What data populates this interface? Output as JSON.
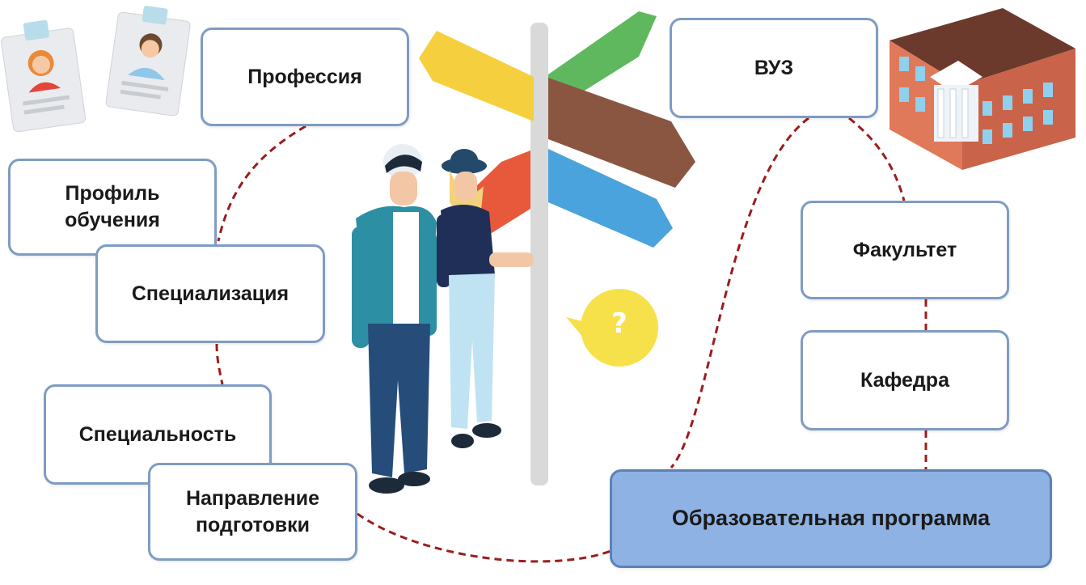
{
  "nodes": {
    "professiya": "Профессия",
    "profil": "Профиль\nобучения",
    "specializaciya": "Специализация",
    "specialnost": "Специальность",
    "napravlenie": "Направление\nподготовки",
    "vuz": "ВУЗ",
    "fakultet": "Факультет",
    "kafedra": "Кафедра",
    "programma": "Образовательная программа"
  },
  "question_mark": "?",
  "colors": {
    "box_border": "#7f9cc2",
    "highlight_fill": "#8db2e3",
    "connector": "#9c1c1c"
  }
}
